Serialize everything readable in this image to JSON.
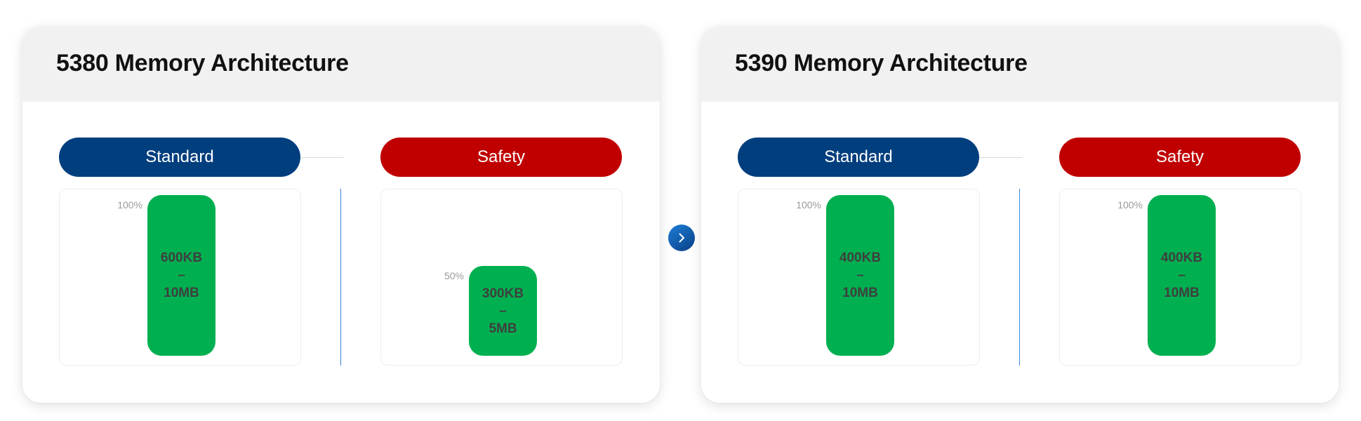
{
  "cards": [
    {
      "title": "5380 Memory Architecture",
      "standard": {
        "label": "Standard",
        "percent_label": "100%",
        "fill_fraction": 1.0,
        "size_top": "600KB",
        "size_sep": "–",
        "size_bottom": "10MB"
      },
      "safety": {
        "label": "Safety",
        "percent_label": "50%",
        "fill_fraction": 0.5,
        "size_top": "300KB",
        "size_sep": "–",
        "size_bottom": "5MB"
      }
    },
    {
      "title": "5390 Memory Architecture",
      "standard": {
        "label": "Standard",
        "percent_label": "100%",
        "fill_fraction": 1.0,
        "size_top": "400KB",
        "size_sep": "–",
        "size_bottom": "10MB"
      },
      "safety": {
        "label": "Safety",
        "percent_label": "100%",
        "fill_fraction": 1.0,
        "size_top": "400KB",
        "size_sep": "–",
        "size_bottom": "10MB"
      }
    }
  ],
  "next_button": {
    "icon": "chevron-right-icon"
  },
  "colors": {
    "standard": "#003e7e",
    "safety": "#c00000",
    "memory_bar": "#00b050",
    "header_bg": "#f1f1f1"
  }
}
